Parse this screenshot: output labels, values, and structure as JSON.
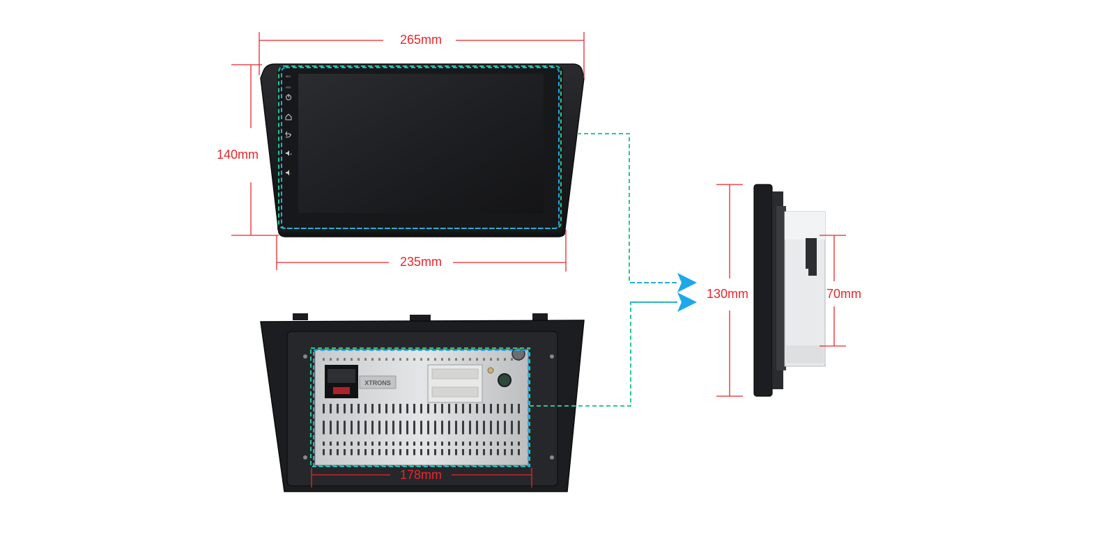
{
  "dimensions": {
    "front_width": "265mm",
    "front_height": "140mm",
    "front_inner_width": "235mm",
    "back_width": "178mm",
    "side_height": "130mm",
    "side_depth_height": "70mm"
  },
  "brand": {
    "logo_text": "XTRONS"
  },
  "front_buttons": {
    "mic": "MIC",
    "rst": "RST"
  },
  "colors": {
    "dimension_line": "#e8262b",
    "dimension_text": "#e8262b",
    "outline_green": "#27c98e",
    "outline_blue": "#2aa6e6",
    "arrow_fill": "#1ea8ec",
    "device_black": "#1b1c1f",
    "screen": "#222326"
  },
  "icons": [
    "power-icon",
    "home-icon",
    "back-icon",
    "volume-up-icon",
    "volume-down-icon"
  ]
}
